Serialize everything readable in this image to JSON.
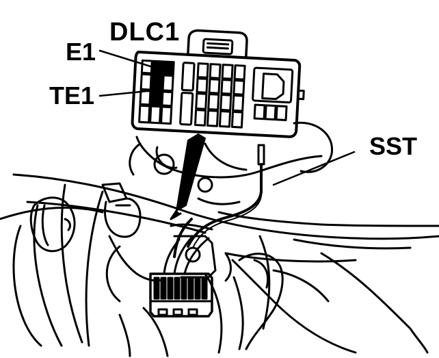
{
  "labels": {
    "dlc1": "DLC1",
    "e1": "E1",
    "te1": "TE1",
    "sst": "SST"
  },
  "colors": {
    "ink": "#000000",
    "paper": "#ffffff"
  }
}
